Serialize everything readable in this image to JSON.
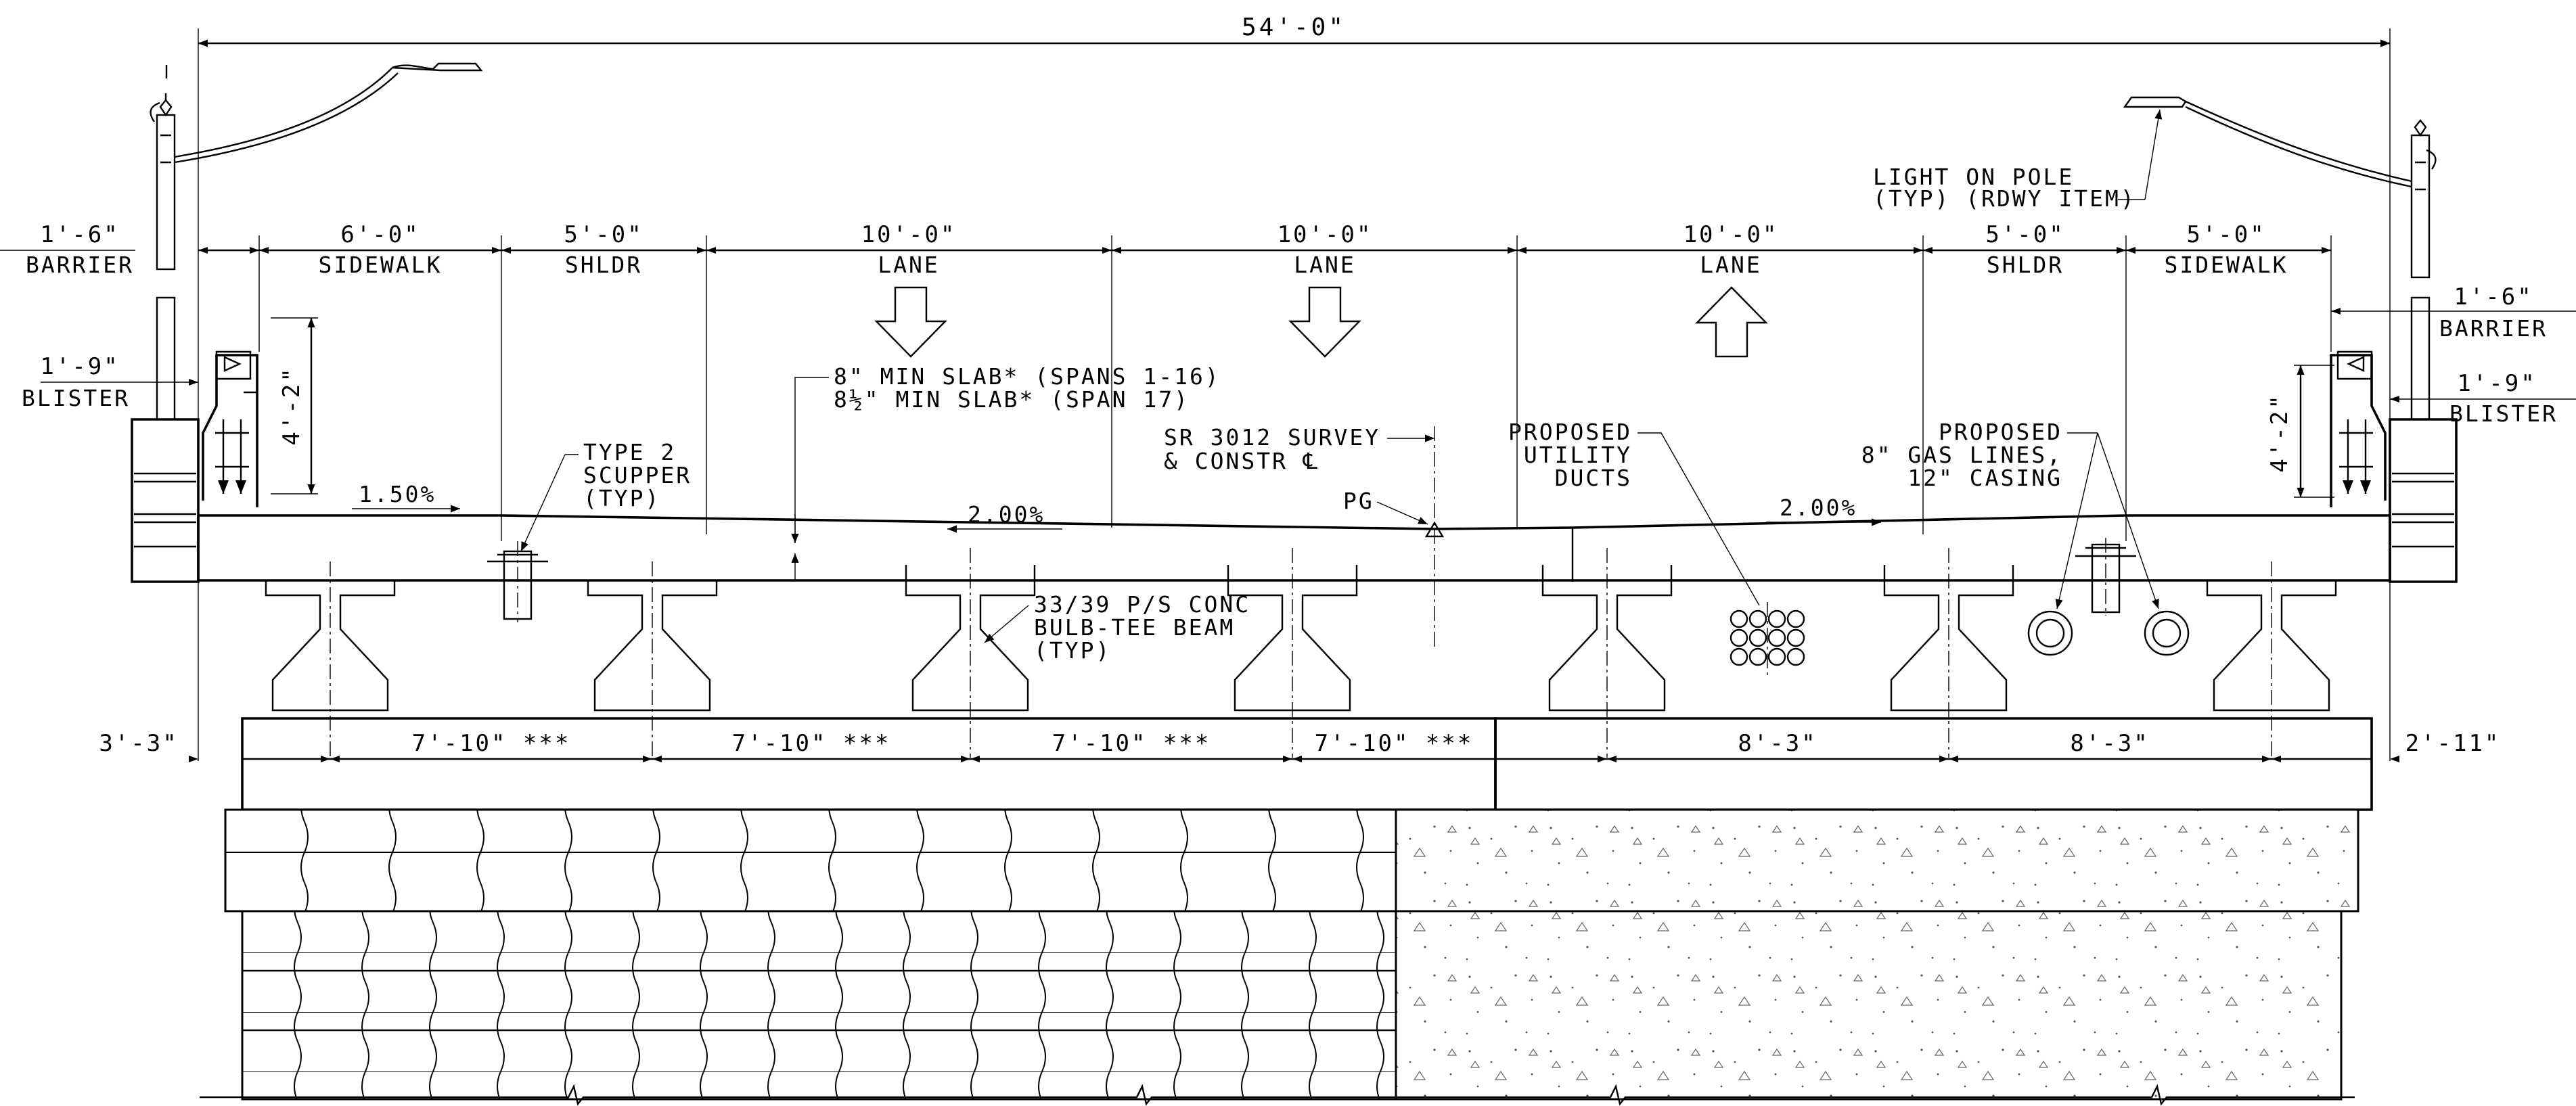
{
  "overall": {
    "width": "54'-0\""
  },
  "left": {
    "barrier_dim": "1'-6\"",
    "barrier": "BARRIER",
    "blister_dim": "1'-9\"",
    "blister": "BLISTER",
    "offset": "3'-3\""
  },
  "right": {
    "barrier_dim": "1'-6\"",
    "barrier": "BARRIER",
    "blister_dim": "1'-9\"",
    "blister": "BLISTER",
    "offset": "2'-11\""
  },
  "top_zones": [
    {
      "dim": "6'-0\"",
      "label": "SIDEWALK"
    },
    {
      "dim": "5'-0\"",
      "label": "SHLDR"
    },
    {
      "dim": "10'-0\"",
      "label": "LANE"
    },
    {
      "dim": "10'-0\"",
      "label": "LANE"
    },
    {
      "dim": "10'-0\"",
      "label": "LANE"
    },
    {
      "dim": "5'-0\"",
      "label": "SHLDR"
    },
    {
      "dim": "5'-0\"",
      "label": "SIDEWALK"
    }
  ],
  "parapet_height_left": "4'-2\"",
  "parapet_height_right": "4'-2\"",
  "light_pole": {
    "line1": "LIGHT ON POLE",
    "line2": "(TYP) (RDWY ITEM)"
  },
  "slab_note": {
    "line1": "8\" MIN SLAB* (SPANS 1-16)",
    "line2": "8½\" MIN SLAB* (SPAN 17)"
  },
  "scupper": {
    "line1": "TYPE 2",
    "line2": "SCUPPER",
    "line3": "(TYP)"
  },
  "survey": {
    "line1": "SR 3012 SURVEY",
    "line2": "& CONSTR ℄"
  },
  "pg": "PG",
  "utility": {
    "line1": "PROPOSED",
    "line2": "UTILITY",
    "line3": "DUCTS"
  },
  "gas": {
    "line1": "PROPOSED",
    "line2": "8\" GAS LINES,",
    "line3": "12\" CASING"
  },
  "beam": {
    "line1": "33/39 P/S CONC",
    "line2": "BULB-TEE BEAM",
    "line3": "(TYP)"
  },
  "slopes": {
    "left_sidewalk": "1.50%",
    "left_road": "2.00%",
    "right_road": "2.00%"
  },
  "beam_spacing": [
    "7'-10\" ***",
    "7'-10\" ***",
    "7'-10\" ***",
    "7'-10\" ***",
    "8'-3\"",
    "8'-3\""
  ]
}
